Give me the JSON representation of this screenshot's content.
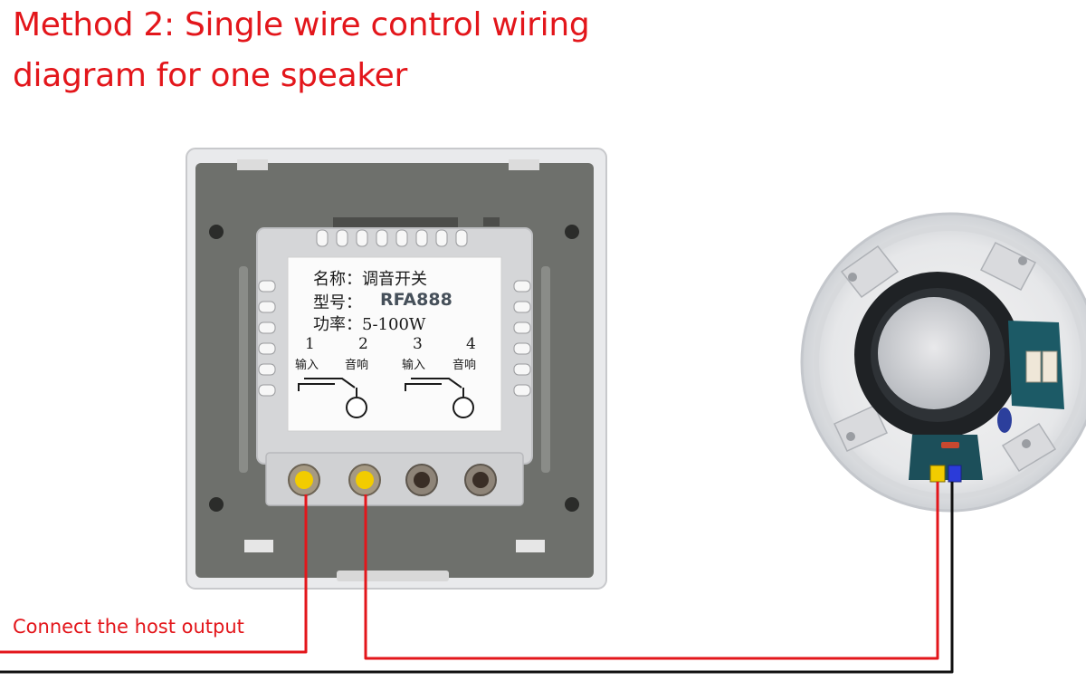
{
  "title": {
    "line1": "Method 2: Single wire control wiring",
    "line2": "diagram for one speaker"
  },
  "caption": "Connect the host output",
  "label_card": {
    "name_row": "名称：调音开关",
    "model_key": "型号：",
    "model_value": "RFA888",
    "power_row": "功率：5-100W",
    "terminals": [
      {
        "number": "1",
        "text": "输入"
      },
      {
        "number": "2",
        "text": "音响"
      },
      {
        "number": "3",
        "text": "输入"
      },
      {
        "number": "4",
        "text": "音响"
      }
    ]
  },
  "colors": {
    "title": "#e3161b",
    "wire_red": "#e3161b",
    "wire_black": "#111111",
    "panel": "#6e706c",
    "terminal_active": "#f2cc00"
  }
}
